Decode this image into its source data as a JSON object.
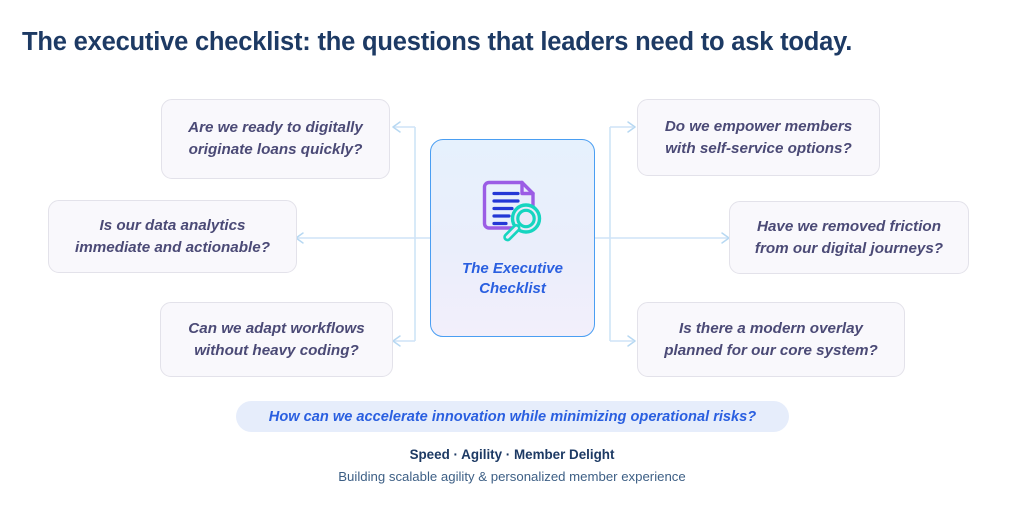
{
  "title": "The executive checklist: the questions that leaders need to ask today.",
  "center": {
    "label_line1": "The Executive",
    "label_line2": "Checklist",
    "icon": "document-magnifier-icon"
  },
  "questions": {
    "top_left": {
      "line1": "Are we ready to digitally",
      "line2": "originate loans quickly?"
    },
    "mid_left": {
      "line1": "Is our data analytics",
      "line2": "immediate and actionable?"
    },
    "bottom_left": {
      "line1": "Can we adapt workflows",
      "line2": "without heavy coding?"
    },
    "top_right": {
      "line1": "Do we empower members",
      "line2": "with self-service options?"
    },
    "mid_right": {
      "line1": "Have we removed friction",
      "line2": "from our digital journeys?"
    },
    "bottom_right": {
      "line1": "Is there a modern overlay",
      "line2": "planned for our core system?"
    }
  },
  "footer": {
    "pill": "How can we accelerate innovation while minimizing operational risks?",
    "tagline": "Speed · Agility · Member Delight",
    "subtitle": "Building scalable agility & personalized member experience"
  },
  "colors": {
    "title_navy": "#1d3a64",
    "question_text": "#4b4a76",
    "accent_blue": "#2a5fe0",
    "card_border": "#4a9ef2",
    "connector": "#cfe4f7",
    "box_fill": "#f9f8fc",
    "box_border": "#e3e2ea",
    "pill_fill": "#e6edfb",
    "icon_purple": "#9b5de5",
    "icon_blue": "#2438d6",
    "icon_teal": "#16d5c0"
  }
}
